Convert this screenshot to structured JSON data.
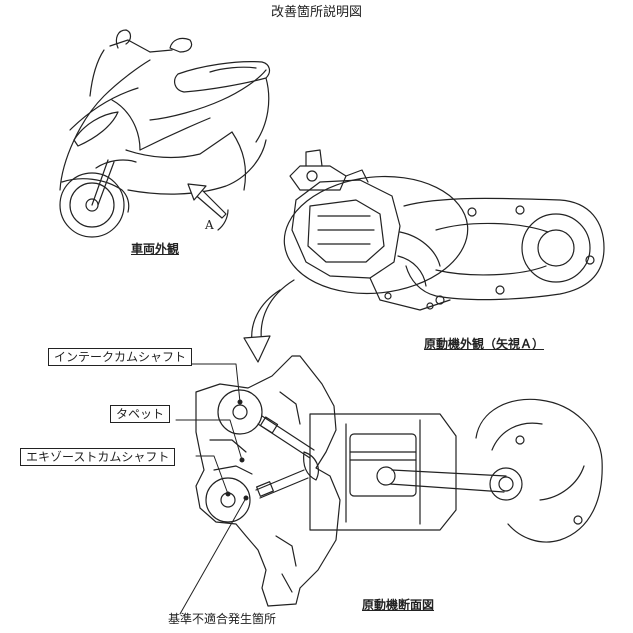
{
  "title": "改善箇所説明図",
  "labels": {
    "vehicle_exterior": "車両外観",
    "engine_exterior": "原動機外観（矢視Ａ）",
    "engine_section": "原動機断面図",
    "arrow_letter": "A",
    "defect_location": "基準不適合発生箇所"
  },
  "callouts": [
    "インテークカムシャフト",
    "タペット",
    "エキゾーストカムシャフト"
  ]
}
